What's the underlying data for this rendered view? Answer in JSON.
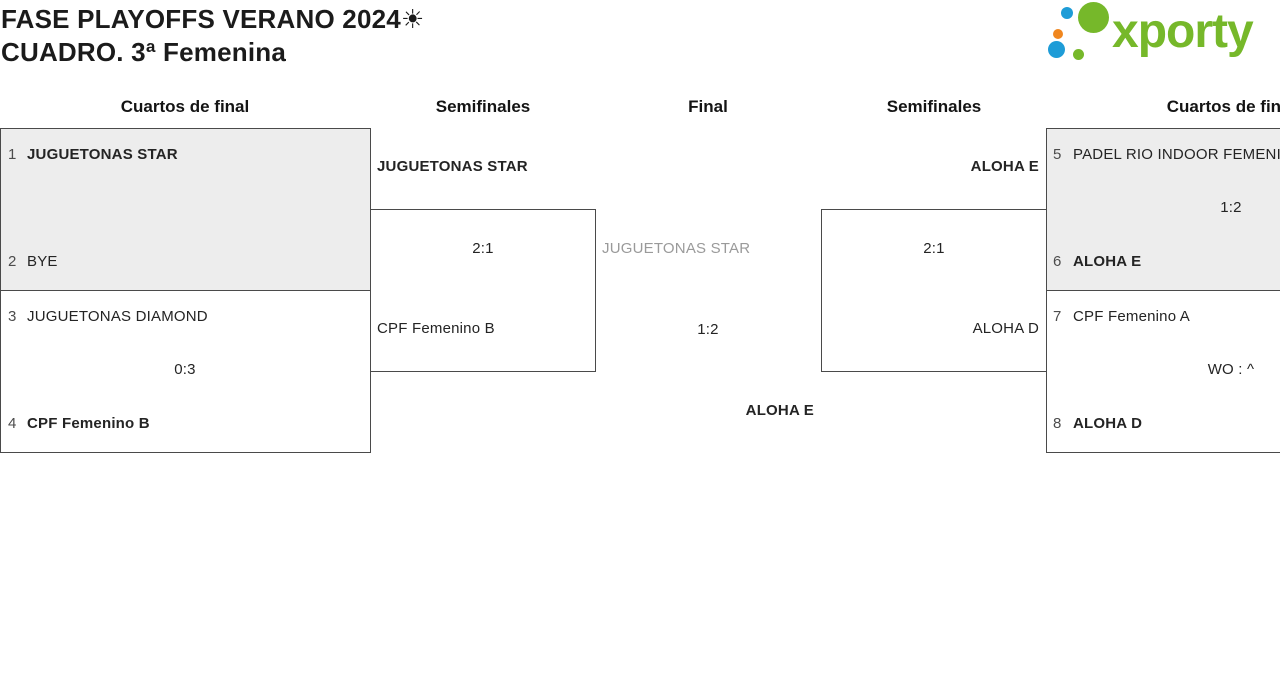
{
  "header": {
    "title_line1": "FASE PLAYOFFS VERANO 2024☀",
    "title_line2": "CUADRO. 3ª Femenina"
  },
  "logo": {
    "text": "xporty",
    "colors": {
      "green": "#76b82a",
      "blue": "#1e9cd7",
      "orange": "#f0861e"
    }
  },
  "round_headers": {
    "left_quarterfinals": "Cuartos de final",
    "left_semifinals": "Semifinales",
    "final": "Final",
    "right_semifinals": "Semifinales",
    "right_quarterfinals": "Cuartos de final"
  },
  "bracket": {
    "qf_left_1": {
      "seed1": "1",
      "team1": "JUGUETONAS STAR",
      "seed2": "2",
      "team2": "BYE"
    },
    "qf_left_2": {
      "seed1": "3",
      "team1": "JUGUETONAS DIAMOND",
      "score": "0:3",
      "seed2": "4",
      "team2": "CPF Femenino B"
    },
    "sf_left": {
      "team1": "JUGUETONAS STAR",
      "score": "2:1",
      "team2": "CPF Femenino B"
    },
    "final": {
      "team1": "JUGUETONAS STAR",
      "score": "1:2",
      "team2": "ALOHA E"
    },
    "sf_right": {
      "team1": "ALOHA E",
      "score": "2:1",
      "team2": "ALOHA D"
    },
    "qf_right_1": {
      "seed1": "5",
      "team1": "PADEL RIO INDOOR FEMENINO",
      "score": "1:2",
      "seed2": "6",
      "team2": "ALOHA E"
    },
    "qf_right_2": {
      "seed1": "7",
      "team1": "CPF Femenino A",
      "score": "WO : ^",
      "seed2": "8",
      "team2": "ALOHA D"
    }
  }
}
